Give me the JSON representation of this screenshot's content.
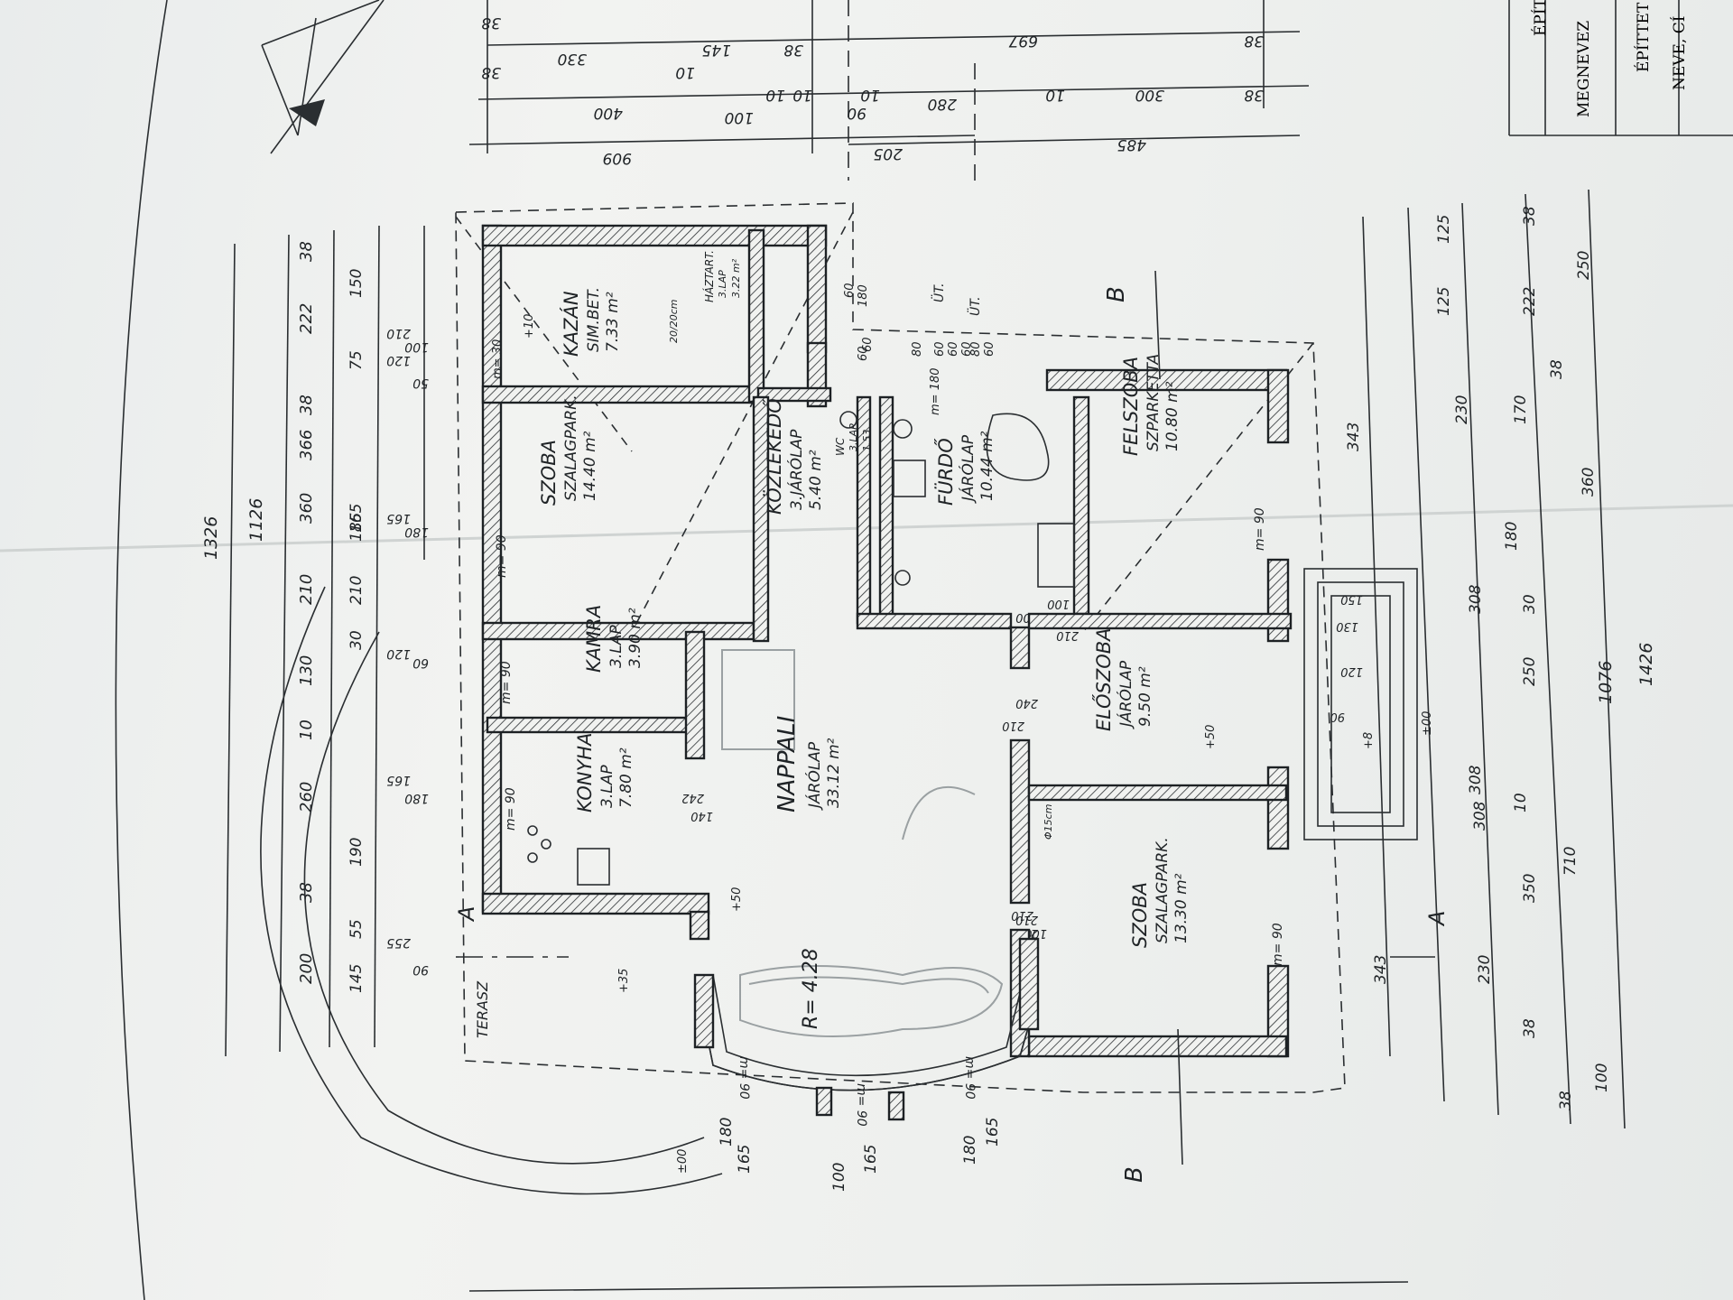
{
  "rooms": [
    {
      "name": "KAZÁN",
      "floor": "SIM.BET.",
      "area": "7.33 m²"
    },
    {
      "name": "HÁZTART.",
      "floor": "3.LAP",
      "area": "3.22 m²"
    },
    {
      "name": "SZOBA",
      "floor": "SZALAGPARK.",
      "area": "14.40 m²"
    },
    {
      "name": "KÖZLEKEDŐ",
      "floor": "3.JÁRÓLAP",
      "area": "5.40 m²"
    },
    {
      "name": "WC",
      "floor": "3.LAP",
      "area": "1.53"
    },
    {
      "name": "FÜRDŐ",
      "floor": "JÁRÓLAP",
      "area": "10.44 m²"
    },
    {
      "name": "FELSZOBA",
      "floor": "SZPARKETTA",
      "area": "10.80 m²"
    },
    {
      "name": "KAMRA",
      "floor": "3.LAP",
      "area": "3.90 m²"
    },
    {
      "name": "KONYHA",
      "floor": "3.LAP",
      "area": "7.80 m²"
    },
    {
      "name": "NAPPALI",
      "floor": "JÁRÓLAP",
      "area": "33.12 m²"
    },
    {
      "name": "ELŐSZOBA",
      "floor": "JÁRÓLAP",
      "area": "9.50 m²"
    },
    {
      "name": "SZOBA",
      "floor": "SZALAGPARK.",
      "area": "13.30 m²"
    }
  ],
  "labels": {
    "terrace": "TERASZ",
    "radius": "R= 4.28",
    "section_a_left": "A",
    "section_a_right": "A",
    "section_b_top": "B",
    "section_b_bottom": "B",
    "ceiling": "m= 90",
    "ceiling_kazan": "m= 30",
    "ceiling_furdo": "m= 180",
    "level_plus10": "+10",
    "level_plus50": "+50",
    "level_plus35": "+35",
    "level_pm00": "±00",
    "level_pm00b": "±00",
    "level_plus8": "+8",
    "chimney": "20/20cm",
    "pipe": "Φ15cm",
    "ut": "ÜT."
  },
  "dims_left_outer": [
    "1326"
  ],
  "dims_left_mid": [
    "1126"
  ],
  "dims_left_inner": [
    "38",
    "222",
    "38",
    "366",
    "360",
    "210",
    "130",
    "10",
    "260",
    "38",
    "200"
  ],
  "dims_left_inner2": [
    "150",
    "75",
    "165",
    "185",
    "210",
    "30",
    "190",
    "55",
    "145"
  ],
  "dims_left_windows": [
    "210",
    "100",
    "120",
    "50",
    "165",
    "180",
    "120",
    "60",
    "165",
    "180",
    "255",
    "90"
  ],
  "dims_right_inner": [
    "125",
    "125",
    "38",
    "222",
    "250",
    "230",
    "170",
    "38",
    "360",
    "180",
    "30",
    "250",
    "10",
    "308",
    "350",
    "230",
    "38",
    "100",
    "38"
  ],
  "dims_right_mid": [
    "343",
    "308",
    "308",
    "343",
    "710"
  ],
  "dims_right_outer": [
    "1076",
    "1426"
  ],
  "dims_top": [
    "909",
    "400",
    "38",
    "330",
    "38",
    "145",
    "10",
    "38",
    "10",
    "100",
    "10",
    "90",
    "10",
    "280",
    "697",
    "205",
    "485",
    "300",
    "10",
    "38",
    "38"
  ],
  "dims_door_codes": [
    "60",
    "180",
    "60",
    "60",
    "80",
    "60",
    "60",
    "60",
    "80",
    "60",
    "240",
    "210",
    "100",
    "210",
    "100",
    "240",
    "210",
    "150",
    "130",
    "120",
    "90",
    "242",
    "140",
    "210",
    "100"
  ],
  "dims_bottom": [
    "180",
    "165",
    "100",
    "165",
    "180",
    "165"
  ],
  "bay_ceiling": [
    "m= 90",
    "m= 90",
    "m= 90"
  ],
  "title_block": {
    "line1": "ÉPÍTMÉ",
    "line2": "MEGNEVEZ",
    "line3": "ÉPÍTTET",
    "line4": "NEVE, CÍ"
  },
  "colors": {
    "paper": "#eef0ee",
    "ink": "#1f2326",
    "pencil": "#9aa0a2"
  }
}
